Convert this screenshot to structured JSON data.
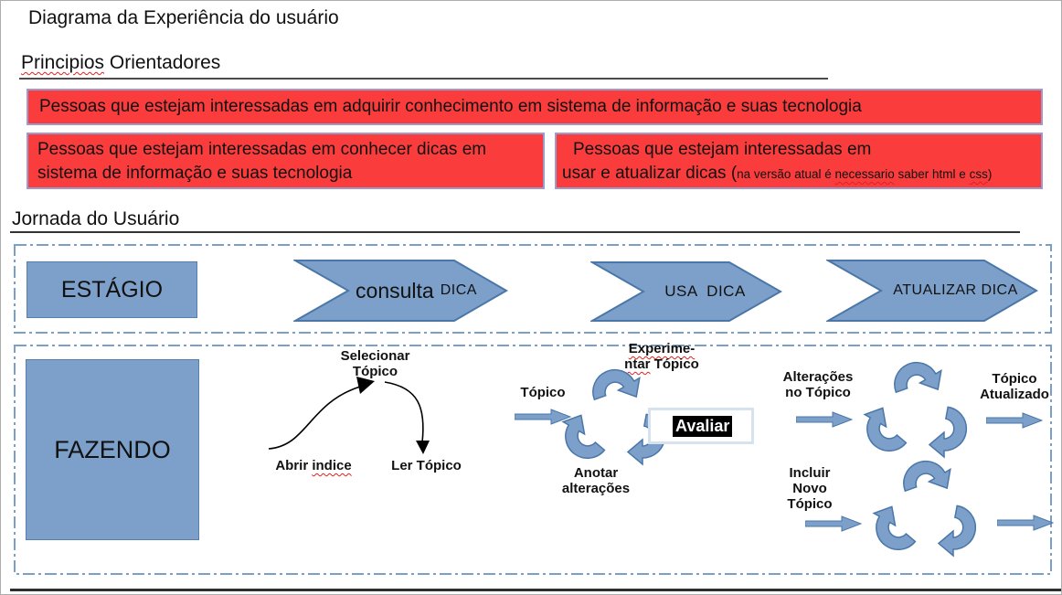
{
  "colors": {
    "principle_box_fill": "#fa3c3c",
    "principle_box_border": "#9b9bce",
    "shape_blue_fill": "#7da0ca",
    "shape_blue_stroke": "#4a77a8",
    "dashed_border_blue": "#7b9fc7",
    "spellcheck_wavy_red": "#e02020",
    "selection_highlight": "#000000"
  },
  "page": {
    "title": "Diagrama da Experiência do usuário"
  },
  "principles": {
    "heading_word": "Principios",
    "heading_rest": " Orientadores",
    "box1": "Pessoas que estejam interessadas em adquirir conhecimento em sistema de informação e suas tecnologia",
    "box2": "Pessoas que estejam interessadas em conhecer dicas em sistema de informação e suas tecnologia",
    "box3_line1": "Pessoas que estejam interessadas em",
    "box3_line2_main": "usar e atualizar dicas (",
    "box3_note_a": "na versão atual é ",
    "box3_note_w1": "necessario",
    "box3_note_b": " saber html e ",
    "box3_note_w2": "css",
    "box3_note_close": ")"
  },
  "journey": {
    "heading": "Jornada do Usuário",
    "stage_label": "ESTÁGIO",
    "stage_arrows": [
      {
        "large": "consulta",
        "small": "DICA"
      },
      {
        "large": "",
        "small": "USA  DICA"
      },
      {
        "large": "",
        "small": "ATUALIZAR DICA"
      }
    ],
    "doing": {
      "label": "FAZENDO",
      "select_line1": "Selecionar",
      "select_line2": "Tópico",
      "open_a": "Abrir ",
      "open_w": "indice",
      "read": "Ler Tópico",
      "topic": "Tópico",
      "exp_line1": "Experime-",
      "exp_l2a": "ntar",
      "exp_l2b": " Tópico",
      "evaluate": "Avaliar",
      "annotate_l1": "Anotar",
      "annotate_l2": "alterações",
      "changes_l1": "Alterações",
      "changes_l2": "no Tópico",
      "updated_l1": "Tópico",
      "updated_l2": "Atualizado",
      "include_l1": "Incluir",
      "include_l2": "Novo",
      "include_l3": "Tópico"
    }
  }
}
